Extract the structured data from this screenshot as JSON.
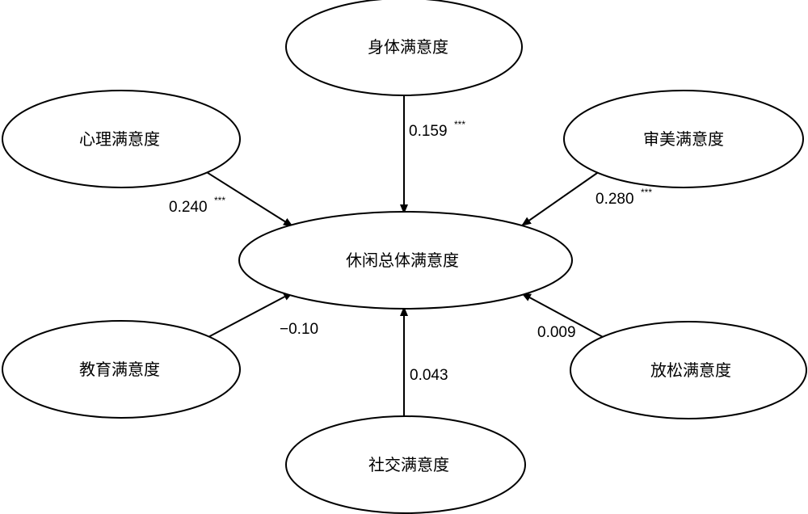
{
  "diagram": {
    "center": {
      "label": "休闲总体满意度"
    },
    "nodes": {
      "physical": {
        "label": "身体满意度"
      },
      "psychological": {
        "label": "心理满意度"
      },
      "aesthetic": {
        "label": "审美满意度"
      },
      "educational": {
        "label": "教育满意度"
      },
      "relaxation": {
        "label": "放松满意度"
      },
      "social": {
        "label": "社交满意度"
      }
    },
    "paths": {
      "physical": {
        "coef": "0.159",
        "sig": "***"
      },
      "psychological": {
        "coef": "0.240",
        "sig": "***"
      },
      "aesthetic": {
        "coef": "0.280",
        "sig": "***"
      },
      "educational": {
        "coef": "−0.10",
        "sig": ""
      },
      "relaxation": {
        "coef": "0.009",
        "sig": ""
      },
      "social": {
        "coef": "0.043",
        "sig": ""
      }
    }
  }
}
